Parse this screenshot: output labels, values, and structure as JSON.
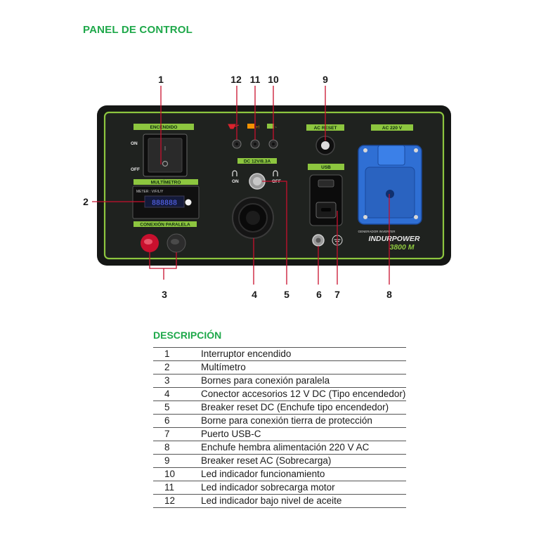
{
  "heading": "PANEL DE CONTROL",
  "subheading": "DESCRIPCIÓN",
  "callouts": [
    "1",
    "2",
    "3",
    "4",
    "5",
    "6",
    "7",
    "8",
    "9",
    "10",
    "11",
    "12"
  ],
  "panel": {
    "switch_label": "ENCENDIDO",
    "switch_on": "ON",
    "switch_off": "OFF",
    "multimeter_label": "MULTÍMETRO",
    "meter_small": "METER : V/F/L/Y",
    "meter_value": "888888",
    "parallel_label": "CONEXIÓN PARALELA",
    "dc_label": "DC 12V/8.3A",
    "dc_on": "ON",
    "dc_off": "OFF",
    "ac_reset_label": "AC RESET",
    "usb_label": "USB",
    "ac_label": "AC 220 V",
    "brand_small": "GENERADOR INVERTER",
    "brand_name": "INDURPOWER",
    "brand_model": "3800 M",
    "colors": {
      "accent": "#8dc63f",
      "panel": "#1b1d1b",
      "socket": "#2f6fd4"
    }
  },
  "description": [
    {
      "num": "1",
      "text": "Interruptor encendido"
    },
    {
      "num": "2",
      "text": "Multímetro"
    },
    {
      "num": "3",
      "text": "Bornes para conexión paralela"
    },
    {
      "num": "4",
      "text": "Conector accesorios 12 V DC (Tipo encendedor)"
    },
    {
      "num": "5",
      "text": "Breaker reset DC (Enchufe tipo encendedor)"
    },
    {
      "num": "6",
      "text": "Borne para conexión tierra de protección"
    },
    {
      "num": "7",
      "text": "Puerto USB-C"
    },
    {
      "num": "8",
      "text": "Enchufe hembra alimentación 220 V AC"
    },
    {
      "num": "9",
      "text": "Breaker reset AC (Sobrecarga)"
    },
    {
      "num": "10",
      "text": "Led indicador funcionamiento"
    },
    {
      "num": "11",
      "text": "Led indicador sobrecarga motor"
    },
    {
      "num": "12",
      "text": "Led indicador bajo nivel de aceite"
    }
  ]
}
